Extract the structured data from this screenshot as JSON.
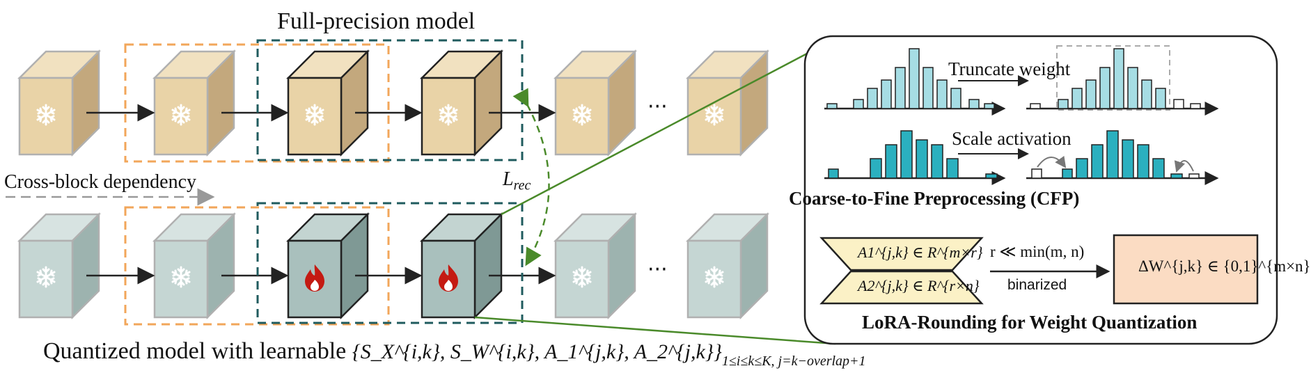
{
  "top_label": "Full-precision model",
  "cross_block_label": "Cross-block dependency",
  "loss_label": "L",
  "loss_sub": "rec",
  "bottom_label_prefix": "Quantized model with learnable",
  "bottom_set": "{S_X^{i,k}, S_W^{i,k}, A_1^{j,k}, A_2^{j,k}}",
  "bottom_set_sub": "1≤i≤k≤K, j=k−overlap+1",
  "ellipsis": "···",
  "cfp": {
    "title": "Coarse-to-Fine Preprocessing (CFP)",
    "truncate_label": "Truncate weight",
    "scale_label": "Scale activation"
  },
  "lora": {
    "title": "LoRA-Rounding for Weight Quantization",
    "a1_label": "A1^{j,k} ∈ R^{m×r}",
    "a2_label": "A2^{j,k} ∈ R^{r×n}",
    "condition": "r ≪ min(m, n)",
    "binarized_label": "binarized",
    "delta_w": "ΔW^{j,k} ∈ {0,1}^{m×n}"
  },
  "icons": {
    "frozen": "snowflake-icon",
    "learnable": "fire-icon"
  },
  "colors": {
    "fp_block": "#e9d3a7",
    "q_block": "#c5d6d3",
    "q_block_active": "#a9c0bd",
    "orange_dash": "#f2a65a",
    "teal_dash": "#1f5b5e",
    "green": "#4a8a2a",
    "hist_light": "#a6dde4",
    "hist_dark": "#2bb0bf",
    "lora_fill": "#fbf1c6",
    "dw_fill": "#fbdcc3"
  }
}
